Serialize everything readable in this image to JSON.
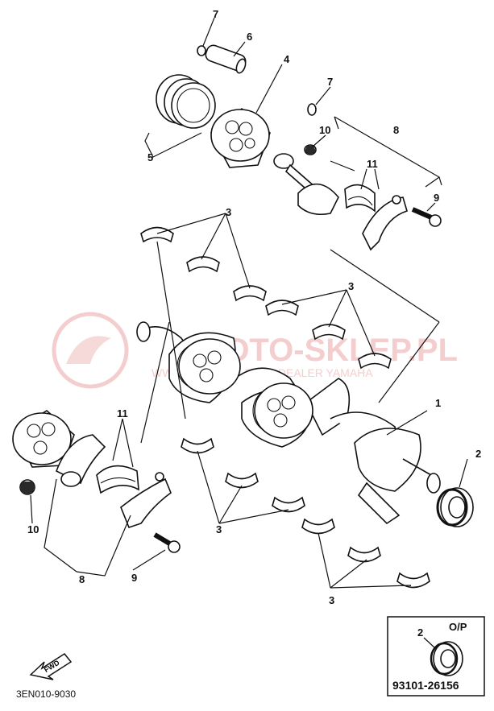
{
  "callouts": {
    "c1": "1",
    "c2": "2",
    "c3a": "3",
    "c3b": "3",
    "c3c": "3",
    "c3d": "3",
    "c4": "4",
    "c5": "5",
    "c6": "6",
    "c7a": "7",
    "c7b": "7",
    "c8a": "8",
    "c8b": "8",
    "c9a": "9",
    "c9b": "9",
    "c10a": "10",
    "c10b": "10",
    "c11a": "11",
    "c11b": "11"
  },
  "watermark": {
    "title": "MOTO-SKLEP.PL",
    "subtitle": "WWW.MOTO-SKLEP.PL DEALER YAMAHA"
  },
  "fwd_label": "FWD",
  "diagram_code": "3EN010-9030",
  "option_box": {
    "callout": "2",
    "label": "O/P",
    "part_number": "93101-26156"
  }
}
